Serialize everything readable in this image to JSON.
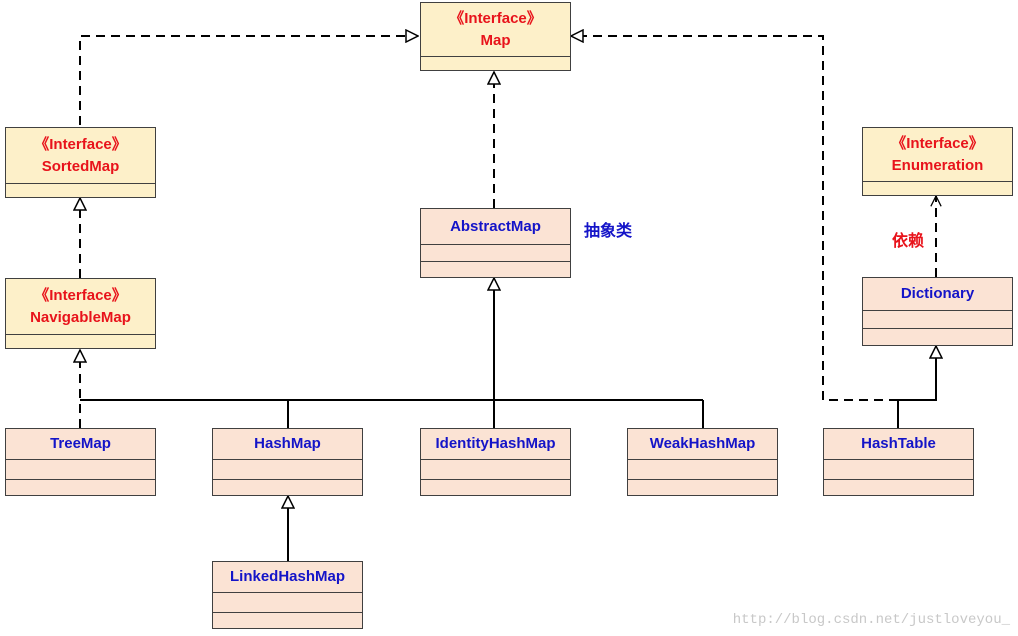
{
  "boxes": {
    "map": {
      "stereotype": "《Interface》",
      "name": "Map",
      "kind": "interface"
    },
    "sorted_map": {
      "stereotype": "《Interface》",
      "name": "SortedMap",
      "kind": "interface"
    },
    "navigable_map": {
      "stereotype": "《Interface》",
      "name": "NavigableMap",
      "kind": "interface"
    },
    "enumeration": {
      "stereotype": "《Interface》",
      "name": "Enumeration",
      "kind": "interface"
    },
    "abstract_map": {
      "name": "AbstractMap",
      "kind": "class"
    },
    "dictionary": {
      "name": "Dictionary",
      "kind": "class"
    },
    "tree_map": {
      "name": "TreeMap",
      "kind": "class"
    },
    "hash_map": {
      "name": "HashMap",
      "kind": "class"
    },
    "identity_hash_map": {
      "name": "IdentityHashMap",
      "kind": "class"
    },
    "weak_hash_map": {
      "name": "WeakHashMap",
      "kind": "class"
    },
    "hash_table": {
      "name": "HashTable",
      "kind": "class"
    },
    "linked_hash_map": {
      "name": "LinkedHashMap",
      "kind": "class"
    }
  },
  "notes": {
    "abstract_class": "抽象类",
    "dependency": "依赖"
  },
  "relations": [
    {
      "from": "sorted_map",
      "to": "map",
      "type": "realization"
    },
    {
      "from": "navigable_map",
      "to": "sorted_map",
      "type": "realization"
    },
    {
      "from": "abstract_map",
      "to": "map",
      "type": "realization"
    },
    {
      "from": "tree_map",
      "to": "navigable_map",
      "type": "realization"
    },
    {
      "from": "tree_map",
      "to": "abstract_map",
      "type": "generalization"
    },
    {
      "from": "hash_map",
      "to": "abstract_map",
      "type": "generalization"
    },
    {
      "from": "identity_hash_map",
      "to": "abstract_map",
      "type": "generalization"
    },
    {
      "from": "weak_hash_map",
      "to": "abstract_map",
      "type": "generalization"
    },
    {
      "from": "linked_hash_map",
      "to": "hash_map",
      "type": "generalization"
    },
    {
      "from": "hash_table",
      "to": "dictionary",
      "type": "generalization"
    },
    {
      "from": "hash_table",
      "to": "map",
      "type": "realization"
    },
    {
      "from": "dictionary",
      "to": "enumeration",
      "type": "dependency"
    }
  ],
  "colors": {
    "interface_fill": "#fdf0c9",
    "class_fill": "#fbe3d4",
    "interface_text": "#e8131b",
    "class_text": "#1414c8",
    "border": "#404040",
    "line": "#000000"
  },
  "watermark": "http://blog.csdn.net/justloveyou_"
}
